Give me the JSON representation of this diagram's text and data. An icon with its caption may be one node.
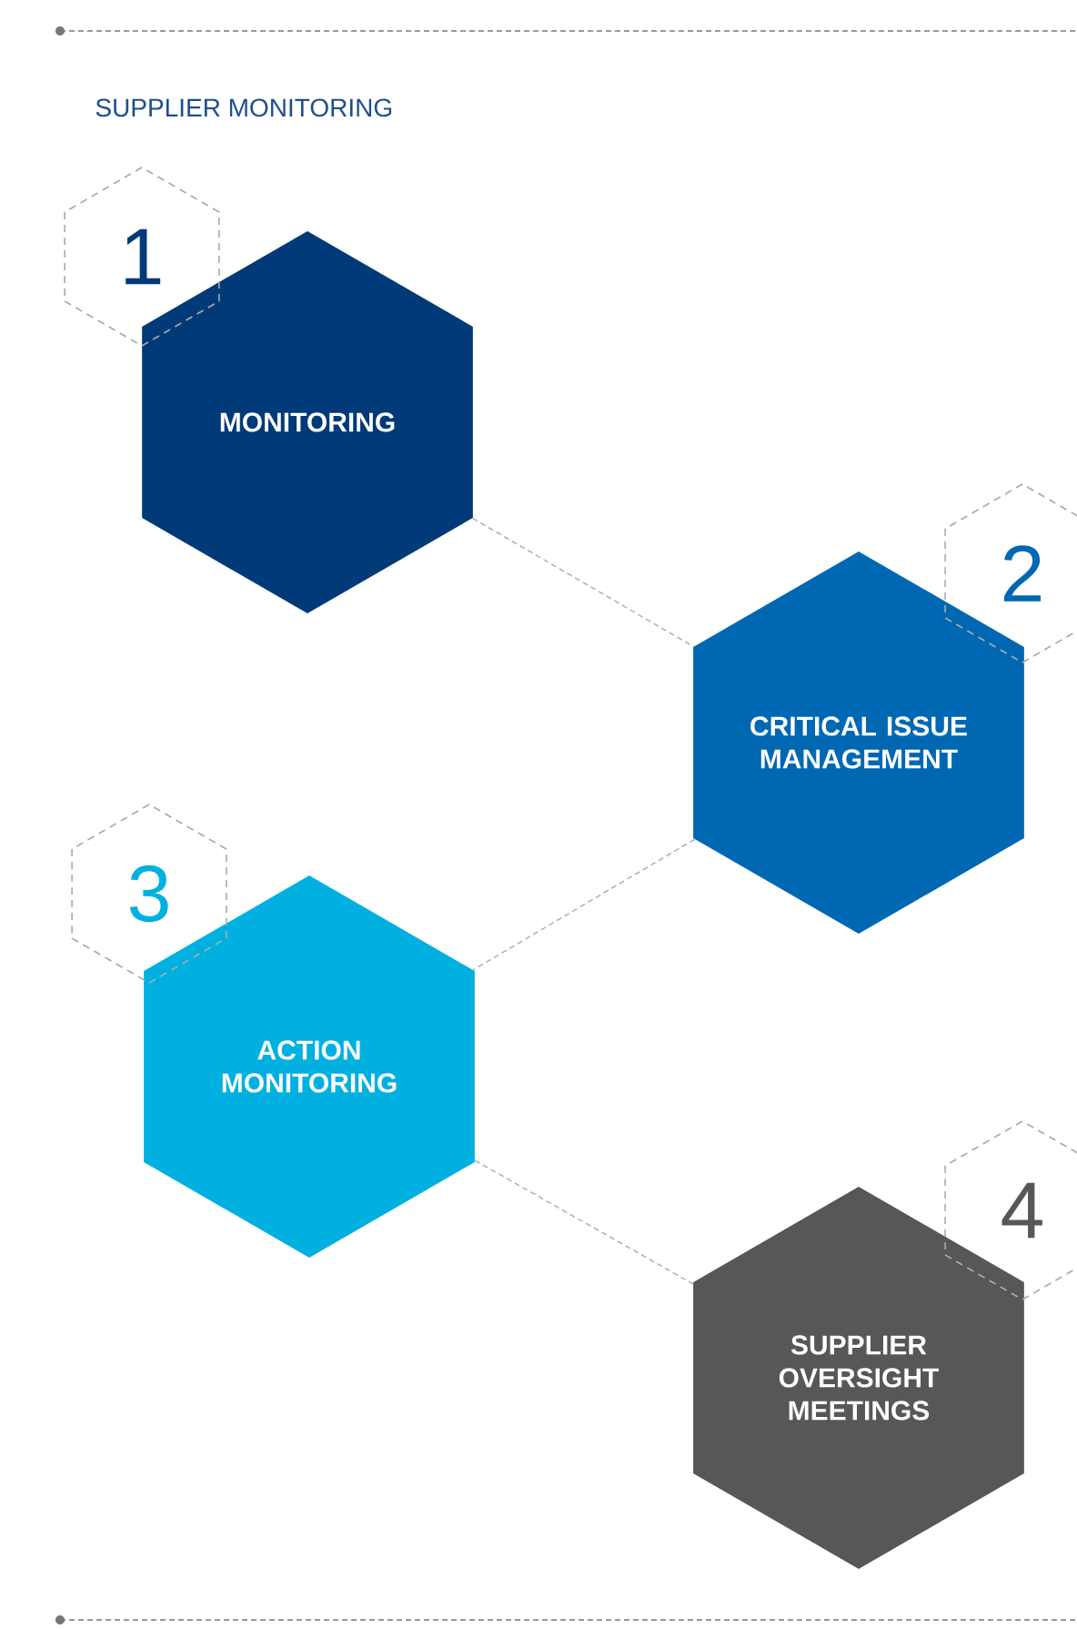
{
  "diagram": {
    "title": "SUPPLIER MONITORING",
    "nodes": [
      {
        "text": [
          "MONITORING"
        ]
      },
      {
        "text": [
          "1"
        ]
      },
      {
        "text": [
          "CRITICAL ISSUE MANAGEMENT"
        ]
      },
      {
        "text": [
          "2"
        ]
      },
      {
        "text": [
          "ACTION MONITORING"
        ]
      },
      {
        "text": [
          "3"
        ]
      },
      {
        "text": [
          "SUPPLIER OVERSIGHT MEETINGS"
        ]
      },
      {
        "text": [
          "4"
        ]
      }
    ],
    "edges": [
      {
        "from": 0,
        "to": 2,
        "arrow": "none",
        "style": "dashed"
      },
      {
        "from": 2,
        "to": 4,
        "arrow": "none",
        "style": "dashed"
      },
      {
        "from": 4,
        "to": 6,
        "arrow": "none",
        "style": "dashed"
      }
    ]
  }
}
